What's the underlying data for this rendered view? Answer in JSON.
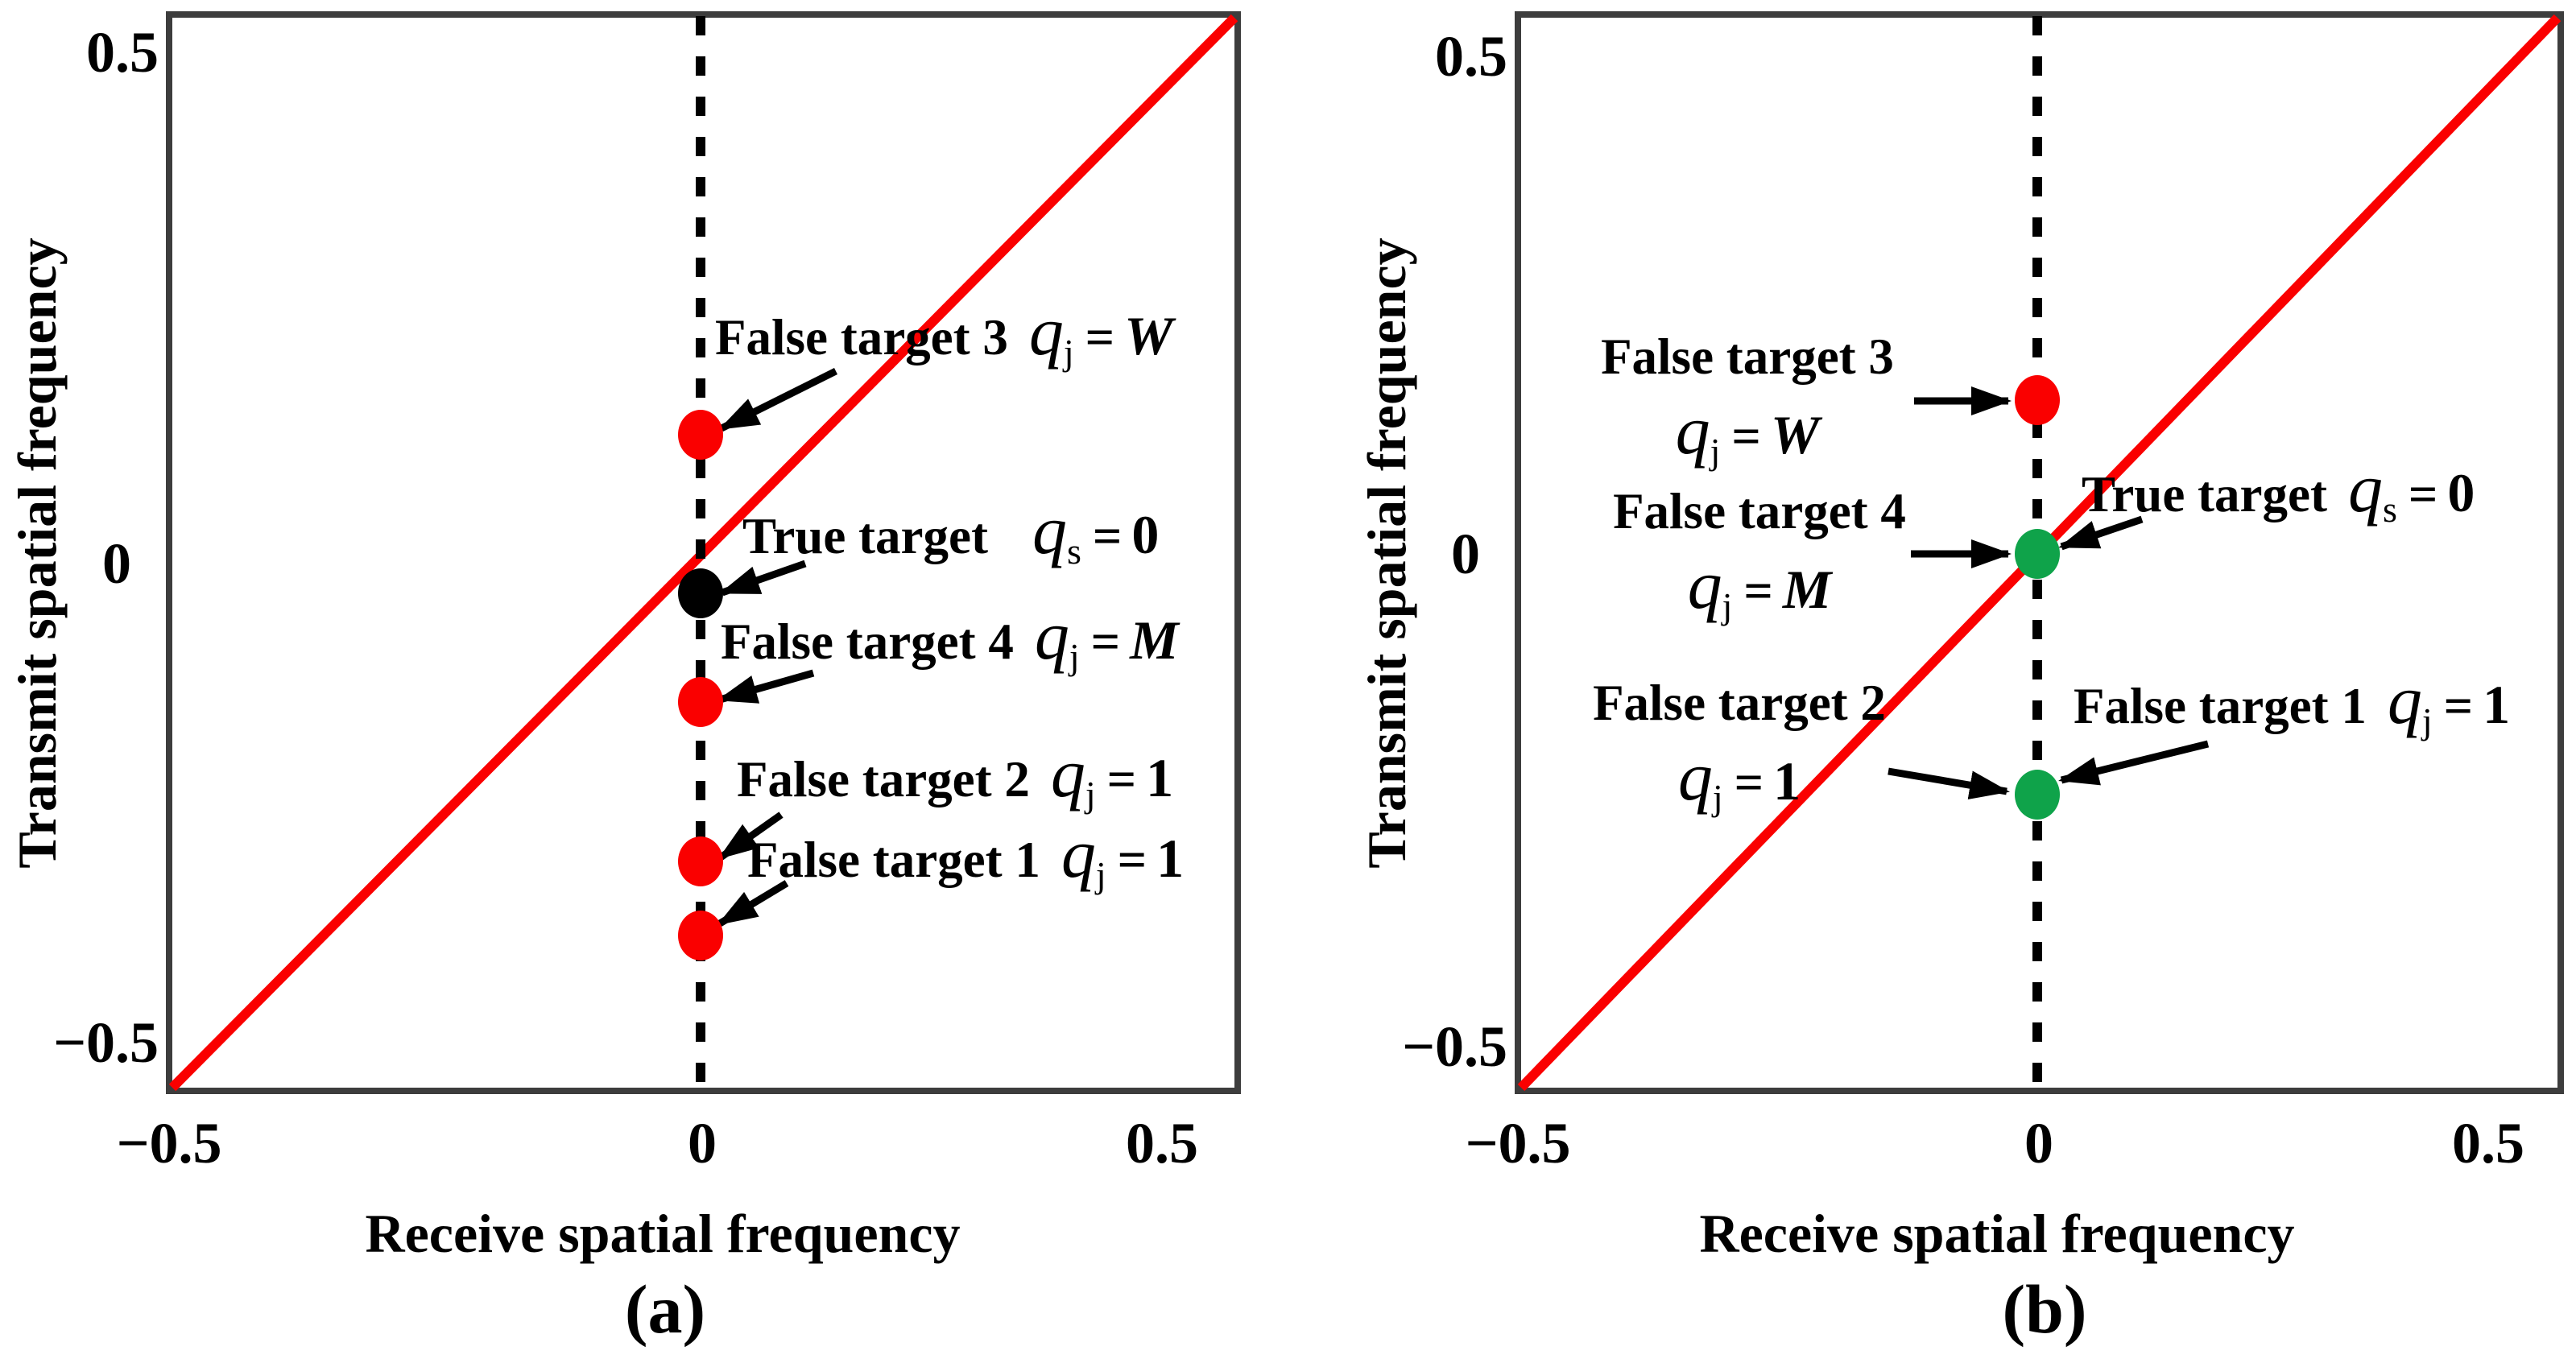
{
  "figure": {
    "caption_a": "(a)",
    "caption_b": "(b)",
    "x_axis_label": "Receive spatial frequency",
    "y_axis_label": "Transmit spatial frequency",
    "x_ticks": [
      "−0.5",
      "0",
      "0.5"
    ],
    "y_ticks": [
      "0.5",
      "0",
      "−0.5"
    ]
  },
  "colors": {
    "red": "#fa0000",
    "green": "#0fa34a",
    "black": "#000000",
    "axis_border": "#3d3d3d"
  },
  "annotations": {
    "a1": {
      "label": "False target 3",
      "var": "q",
      "sub": "j",
      "rel": "=",
      "val": "W"
    },
    "a2": {
      "label": "True target",
      "var": "q",
      "sub": "s",
      "rel": "=",
      "val": "0"
    },
    "a3": {
      "label": "False target 4",
      "var": "q",
      "sub": "j",
      "rel": "=",
      "val": "M"
    },
    "a4": {
      "label": "False target 2",
      "var": "q",
      "sub": "j",
      "rel": "=",
      "val": "1"
    },
    "a5": {
      "label": "False target 1",
      "var": "q",
      "sub": "j",
      "rel": "=",
      "val": "1"
    },
    "b1": {
      "label": "False target 3",
      "var": "q",
      "sub": "j",
      "rel": "=",
      "val": "W"
    },
    "b2": {
      "label": "False target 4",
      "var": "q",
      "sub": "j",
      "rel": "=",
      "val": "M"
    },
    "b3": {
      "label": "True target",
      "var": "q",
      "sub": "s",
      "rel": "=",
      "val": "0"
    },
    "b4": {
      "label": "False target 2",
      "var": "q",
      "sub": "j",
      "rel": "=",
      "val": "1"
    },
    "b5": {
      "label": "False target 1",
      "var": "q",
      "sub": "j",
      "rel": "=",
      "val": "1"
    }
  },
  "chart_data": [
    {
      "id": "a",
      "type": "scatter",
      "caption": "(a)",
      "xlabel": "Receive spatial frequency",
      "ylabel": "Transmit spatial frequency",
      "xlim": [
        -0.55,
        0.55
      ],
      "ylim": [
        -0.55,
        0.55
      ],
      "xticks": [
        -0.5,
        0,
        0.5
      ],
      "yticks": [
        -0.5,
        0,
        0.5
      ],
      "grid": false,
      "lines": [
        {
          "name": "diagonal receive=transmit",
          "color": "#fa0000",
          "style": "solid",
          "from": [
            -0.55,
            -0.55
          ],
          "to": [
            0.55,
            0.55
          ]
        },
        {
          "name": "zero receive frequency",
          "color": "#000000",
          "style": "dashed",
          "x": 0
        }
      ],
      "points": [
        {
          "name": "False target 3",
          "annotation": "qj = W",
          "x": 0,
          "y": 0.13,
          "color": "#fa0000"
        },
        {
          "name": "True target",
          "annotation": "qs = 0",
          "x": 0,
          "y": -0.03,
          "color": "#000000"
        },
        {
          "name": "False target 4",
          "annotation": "qj = M",
          "x": 0,
          "y": -0.14,
          "color": "#fa0000"
        },
        {
          "name": "False target 2",
          "annotation": "qj = 1",
          "x": 0,
          "y": -0.3,
          "color": "#fa0000"
        },
        {
          "name": "False target 1",
          "annotation": "qj = 1",
          "x": 0,
          "y": -0.37,
          "color": "#fa0000"
        }
      ]
    },
    {
      "id": "b",
      "type": "scatter",
      "caption": "(b)",
      "xlabel": "Receive spatial frequency",
      "ylabel": "Transmit spatial frequency",
      "xlim": [
        -0.55,
        0.55
      ],
      "ylim": [
        -0.55,
        0.55
      ],
      "xticks": [
        -0.5,
        0,
        0.5
      ],
      "yticks": [
        -0.5,
        0,
        0.5
      ],
      "grid": false,
      "lines": [
        {
          "name": "diagonal receive=transmit",
          "color": "#fa0000",
          "style": "solid",
          "from": [
            -0.55,
            -0.55
          ],
          "to": [
            0.55,
            0.55
          ]
        },
        {
          "name": "zero receive frequency",
          "color": "#000000",
          "style": "dashed",
          "x": 0
        }
      ],
      "points": [
        {
          "name": "False target 3",
          "annotation": "qj = W",
          "x": 0,
          "y": 0.15,
          "color": "#fa0000"
        },
        {
          "name": "False target 4 / True target",
          "annotation": "qj = M, qs = 0",
          "x": 0,
          "y": 0.0,
          "color": "#0fa34a"
        },
        {
          "name": "False target 2 / False target 1",
          "annotation": "qj = 1",
          "x": 0,
          "y": -0.24,
          "color": "#0fa34a"
        }
      ]
    }
  ]
}
